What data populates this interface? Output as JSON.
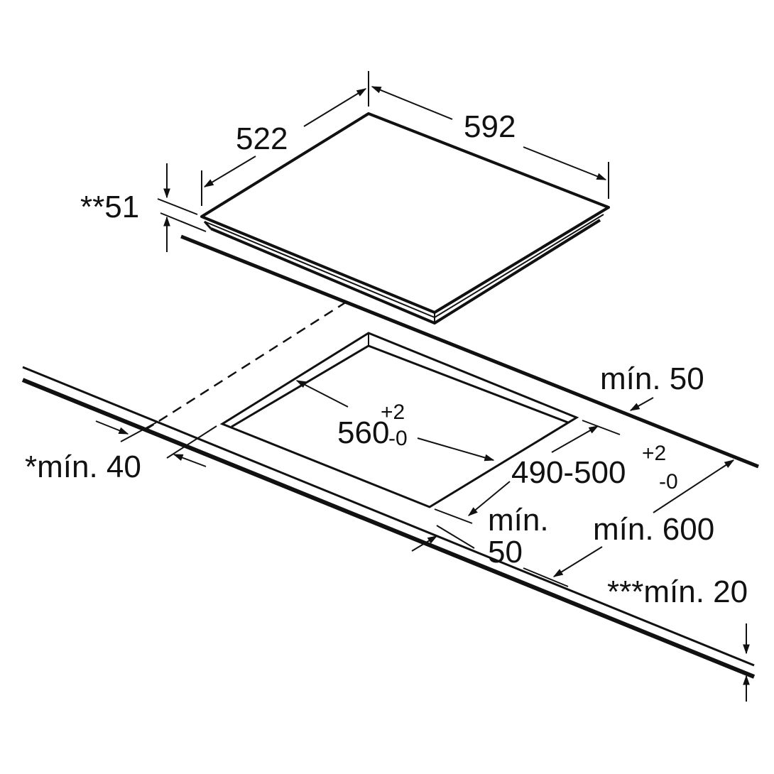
{
  "diagram": {
    "subject": "Built-in cooktop installation dimensions",
    "units": "mm",
    "colors": {
      "line": "#111111",
      "background": "#ffffff"
    }
  },
  "labels": {
    "appliance_depth": "522",
    "appliance_width": "592",
    "appliance_height": "**51",
    "cutout_width": "560",
    "cutout_width_tol_plus": "+2",
    "cutout_width_tol_minus": "-0",
    "cutout_depth": "490-500",
    "cutout_depth_tol_plus": "+2",
    "cutout_depth_tol_minus": "-0",
    "rear_clearance": "mín. 50",
    "front_clearance_line1": "mín.",
    "front_clearance_line2": "50",
    "side_clearance": "*mín. 40",
    "worktop_depth": "mín. 600",
    "worktop_thickness": "***mín. 20"
  }
}
